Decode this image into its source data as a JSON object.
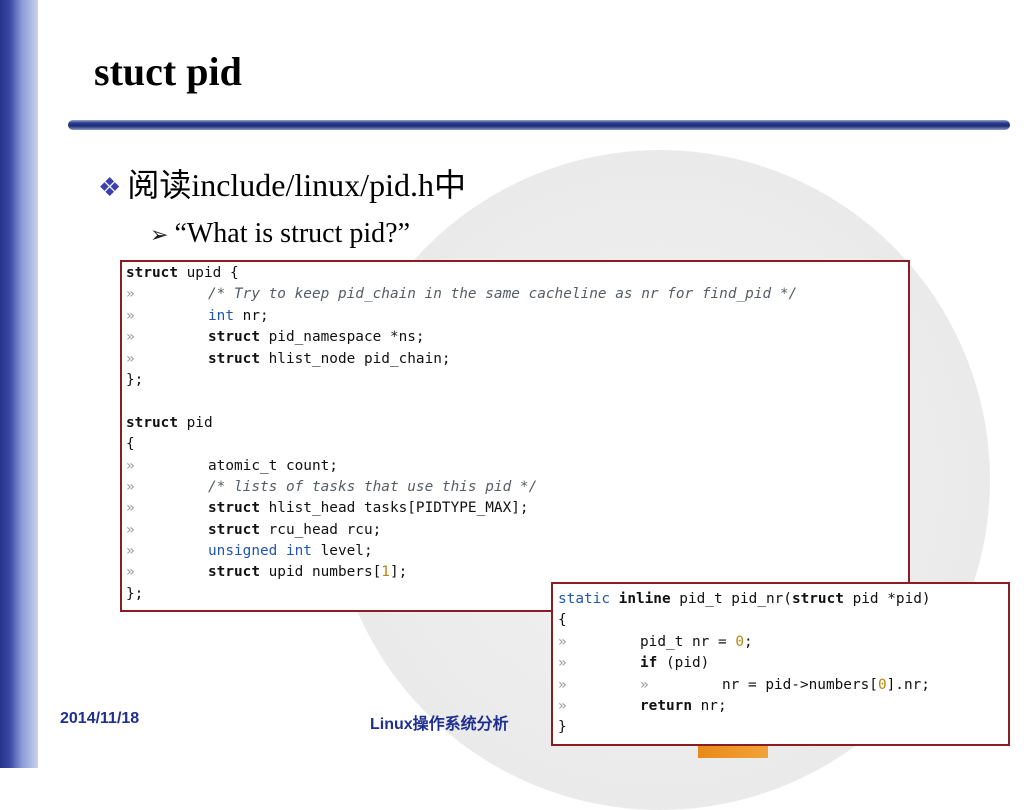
{
  "slide": {
    "title": "stuct pid",
    "bullet_1": "阅读include/linux/pid.h中",
    "bullet_2": "“What is struct pid?”",
    "bullet_1_icon": "diamond-bullet-icon",
    "bullet_2_icon": "arrow-bullet-icon"
  },
  "code_block_1": {
    "tab_glyph": "»",
    "l1_kw": "struct",
    "l1_rest": " upid {",
    "l2_cm": "/* Try to keep pid_chain in the same cacheline as nr for find_pid */",
    "l3_type": "int",
    "l3_rest": " nr;",
    "l4_kw": "struct",
    "l4_rest": " pid_namespace *ns;",
    "l5_kw": "struct",
    "l5_rest": " hlist_node pid_chain;",
    "l6": "};",
    "l8_kw": "struct",
    "l8_rest": " pid",
    "l9": "{",
    "l10": "atomic_t count;",
    "l11_cm": "/* lists of tasks that use this pid */",
    "l12_kw": "struct",
    "l12_rest": " hlist_head tasks[PIDTYPE_MAX];",
    "l13_kw": "struct",
    "l13_rest": " rcu_head rcu;",
    "l14_type1": "unsigned",
    "l14_type2": "int",
    "l14_rest": " level;",
    "l15_kw": "struct",
    "l15_pre": " upid numbers[",
    "l15_num": "1",
    "l15_post": "];",
    "l16": "};"
  },
  "code_block_2": {
    "l1_type": "static",
    "l1_kw1": "inline",
    "l1_mid": " pid_t pid_nr(",
    "l1_kw2": "struct",
    "l1_rest": " pid *pid)",
    "l2": "{",
    "l3_pre": "pid_t nr = ",
    "l3_num": "0",
    "l3_post": ";",
    "l4_kw": "if",
    "l4_rest": " (pid)",
    "l5_pre": "nr = pid->numbers[",
    "l5_num": "0",
    "l5_post": "].nr;",
    "l6_kw": "return",
    "l6_rest": " nr;",
    "l7": "}"
  },
  "footer": {
    "date": "2014/11/18",
    "course": "Linux操作系统分析"
  },
  "colors": {
    "accent": "#1f2f8f",
    "code_border": "#8a1c24",
    "code_type": "#1f56b3",
    "code_number": "#b8860b"
  }
}
